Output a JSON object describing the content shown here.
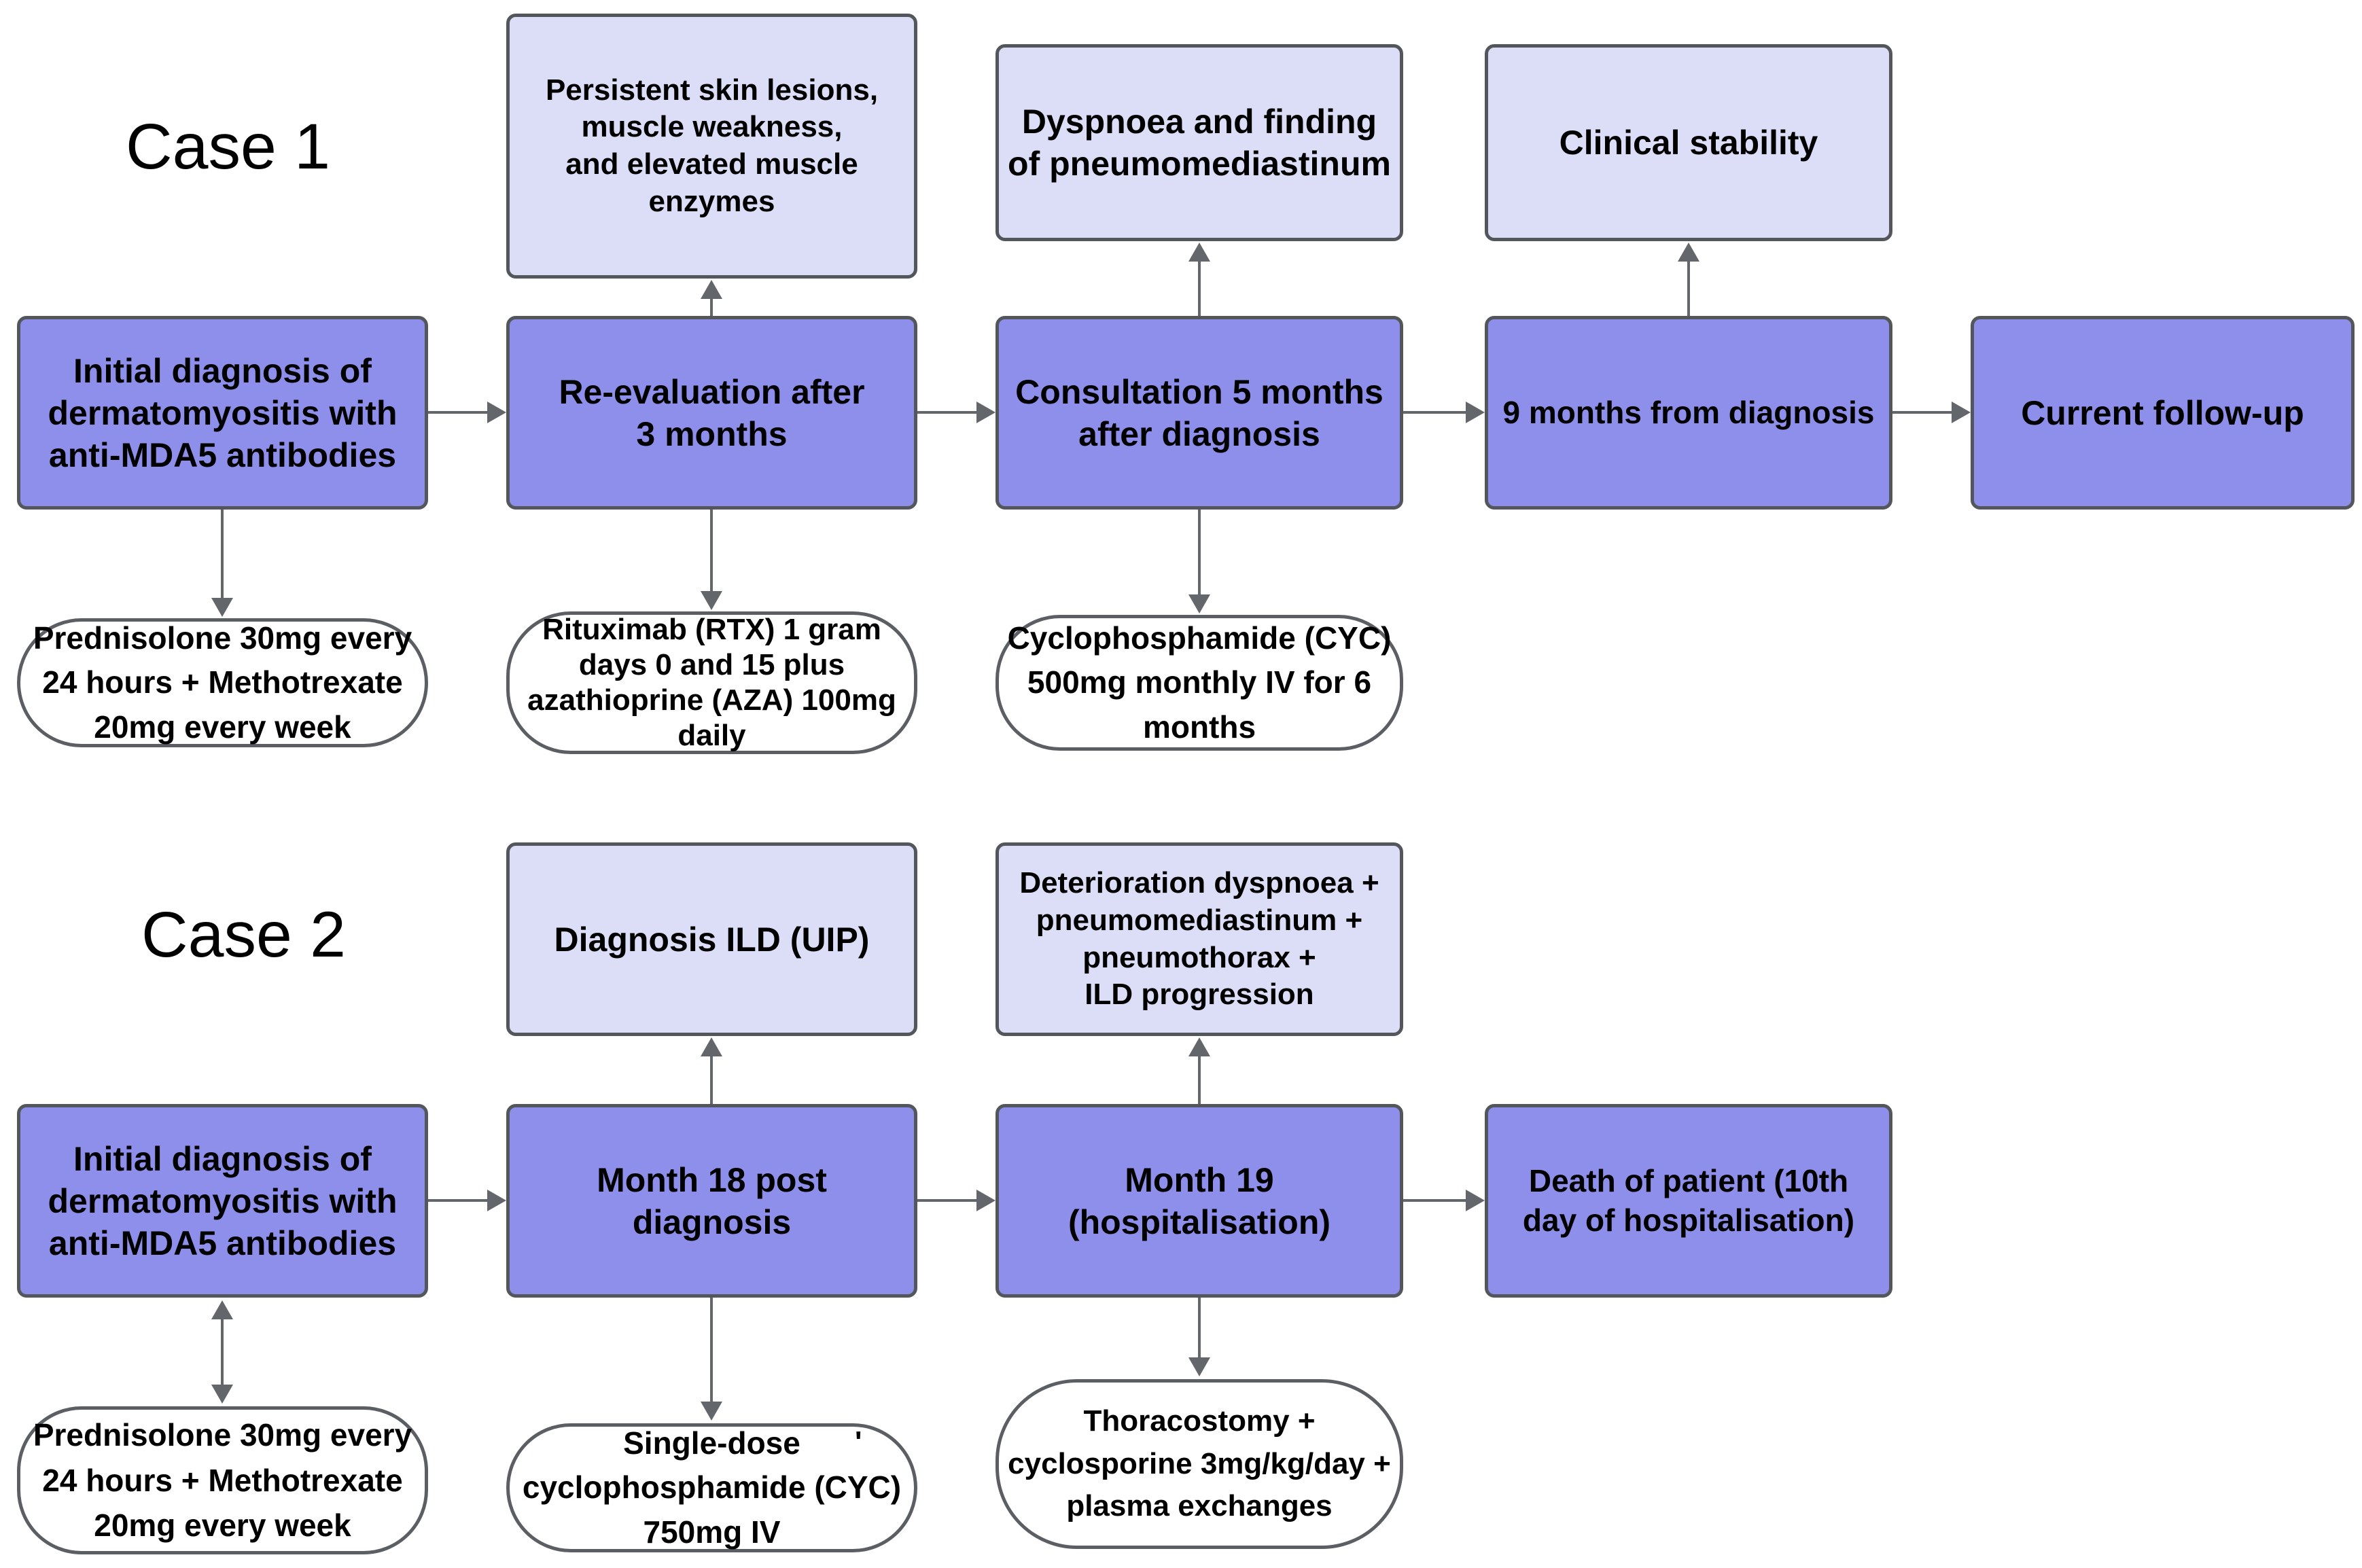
{
  "palette": {
    "event_box_fill": "#8d8fea",
    "finding_box_fill": "#dcddf6",
    "treatment_box_fill": "#ffffff",
    "box_border": "#53575b",
    "arrow_color": "#63666a",
    "text_color": "#000000",
    "background": "#ffffff"
  },
  "case1": {
    "label": "Case 1",
    "findings": {
      "persistent": "Persistent skin lesions,\nmuscle weakness,\nand elevated muscle\nenzymes",
      "dyspnoea": "Dyspnoea and finding\nof pneumomediastinum",
      "stability": "Clinical stability"
    },
    "events": {
      "initial": "Initial diagnosis of\ndermatomyositis with\nanti-MDA5 antibodies",
      "reevaluation": "Re-evaluation after\n3 months",
      "consultation": "Consultation 5 months\nafter diagnosis",
      "nine_months": "9 months from diagnosis",
      "followup": "Current follow-up"
    },
    "treatments": {
      "prednisolone": "Prednisolone 30mg every\n24 hours + Methotrexate\n20mg every week",
      "rituximab": "Rituximab (RTX) 1 gram\ndays 0 and 15 plus\nazathioprine (AZA) 100mg\ndaily",
      "cyclophosphamide": "Cyclophosphamide (CYC)\n500mg monthly IV for 6\nmonths"
    }
  },
  "case2": {
    "label": "Case 2",
    "findings": {
      "ild": "Diagnosis ILD (UIP)",
      "deterioration": "Deterioration dyspnoea +\npneumomediastinum +\npneumothorax +\nILD progression"
    },
    "events": {
      "initial": "Initial diagnosis of\ndermatomyositis with\nanti-MDA5 antibodies",
      "month18": "Month 18 post\ndiagnosis",
      "month19": "Month 19\n(hospitalisation)",
      "death": "Death of patient (10th\nday of hospitalisation)"
    },
    "treatments": {
      "prednisolone": "Prednisolone 30mg every\n24 hours + Methotrexate\n20mg every week",
      "cyc750": "Single-dose\ncyclophosphamide (CYC)\n750mg IV",
      "thoracostomy": "Thoracostomy +\ncyclosporine 3mg/kg/day +\nplasma exchanges",
      "stray_mark": "'"
    }
  }
}
